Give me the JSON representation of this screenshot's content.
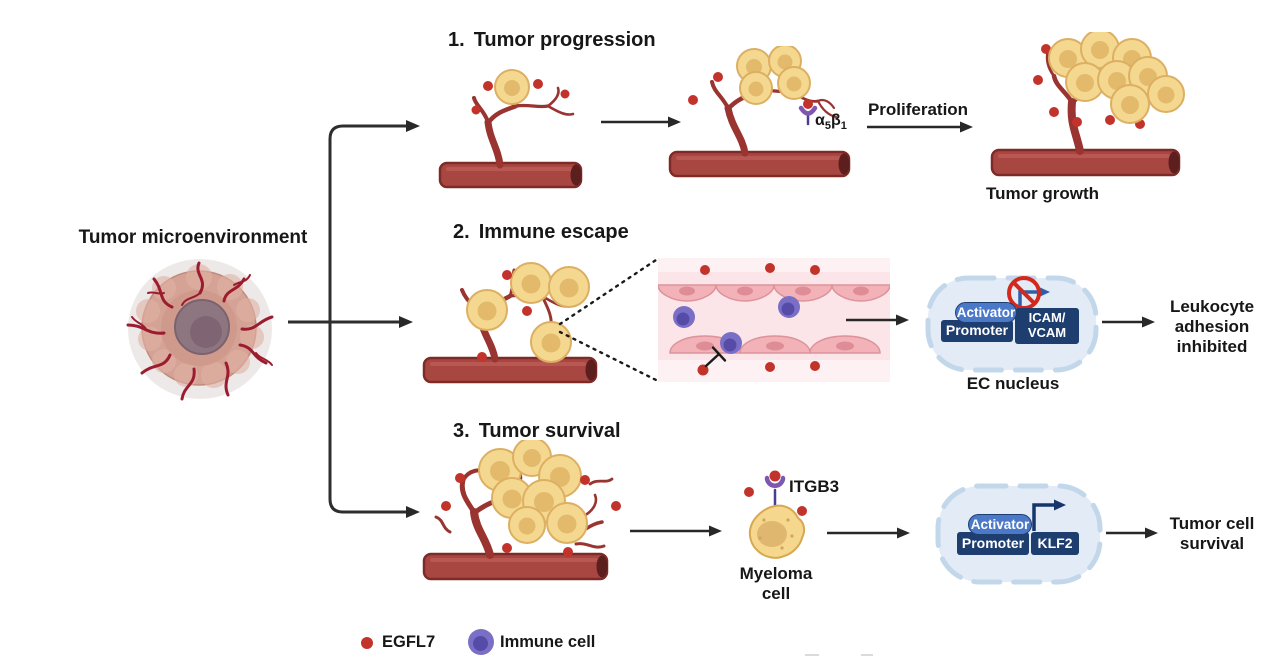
{
  "source": {
    "label": "Tumor microenvironment"
  },
  "pathway1": {
    "num": "1.",
    "title": "Tumor progression",
    "integrin": {
      "alpha": "α",
      "alpha_sub": "5",
      "beta": "β",
      "beta_sub": "1"
    },
    "process_label": "Proliferation",
    "outcome_label": "Tumor growth"
  },
  "pathway2": {
    "num": "2.",
    "title": "Immune escape",
    "nucleus": {
      "activator": "Activator",
      "promoter": "Promoter",
      "gene_line1": "ICAM/",
      "gene_line2": "VCAM",
      "caption": "EC nucleus"
    },
    "outcome": {
      "line1": "Leukocyte",
      "line2": "adhesion",
      "line3": "inhibited"
    }
  },
  "pathway3": {
    "num": "3.",
    "title": "Tumor survival",
    "receptor_label": "ITGB3",
    "cell_caption": {
      "line1": "Myeloma",
      "line2": "cell"
    },
    "nucleus": {
      "activator": "Activator",
      "promoter": "Promoter",
      "gene": "KLF2"
    },
    "outcome": {
      "line1": "Tumor cell",
      "line2": "survival"
    }
  },
  "legend": {
    "egfl7_label": "EGFL7",
    "immune_label": "Immune cell"
  },
  "colors": {
    "vessel": "#A84742",
    "vessel_branch": "#9A3431",
    "tumor_cell": "#F5D88F",
    "egfl7_dot": "#C2332B",
    "immune_outer": "#7A6FC7",
    "immune_inner": "#564CA8",
    "endothelium": "#F2B2B8",
    "panel_pink": "#FBE5E8",
    "nucleus_fill": "#E2EBF6",
    "nucleus_border": "#C3D7EB",
    "activator_blue": "#4B79C8",
    "gene_box_navy": "#1E3E70",
    "transcription_blue": "#2E5FA8",
    "transcription_navy": "#17356B",
    "prohibited_red": "#D4281C",
    "receptor_purple": "#7D57B0",
    "arrow_black": "#282828"
  }
}
